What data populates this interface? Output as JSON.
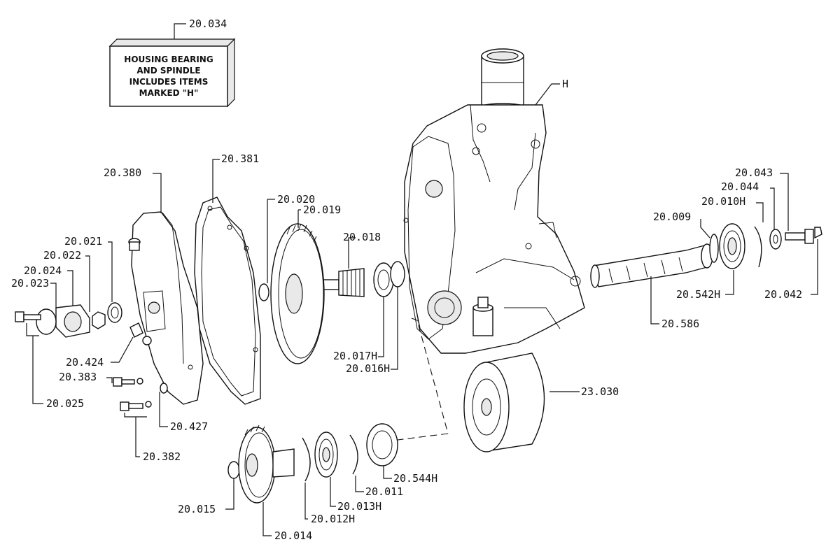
{
  "note_box": {
    "ref": "20.034",
    "lines": [
      "HOUSING BEARING",
      "AND SPINDLE",
      "INCLUDES ITEMS",
      "MARKED \"H\""
    ]
  },
  "housing_marker": "H",
  "labels": {
    "p20_380": "20.380",
    "p20_381": "20.381",
    "p20_020": "20.020",
    "p20_019": "20.019",
    "p20_018": "20.018",
    "p20_021": "20.021",
    "p20_022": "20.022",
    "p20_024": "20.024",
    "p20_023": "20.023",
    "p20_424": "20.424",
    "p20_383": "20.383",
    "p20_025": "20.025",
    "p20_427": "20.427",
    "p20_382": "20.382",
    "p20_017H": "20.017H",
    "p20_016H": "20.016H",
    "p20_043": "20.043",
    "p20_044": "20.044",
    "p20_010H": "20.010H",
    "p20_009": "20.009",
    "p20_542H": "20.542H",
    "p20_042": "20.042",
    "p20_586": "20.586",
    "p23_030": "23.030",
    "p20_544H": "20.544H",
    "p20_011": "20.011",
    "p20_013H": "20.013H",
    "p20_012H": "20.012H",
    "p20_015": "20.015",
    "p20_014": "20.014"
  }
}
